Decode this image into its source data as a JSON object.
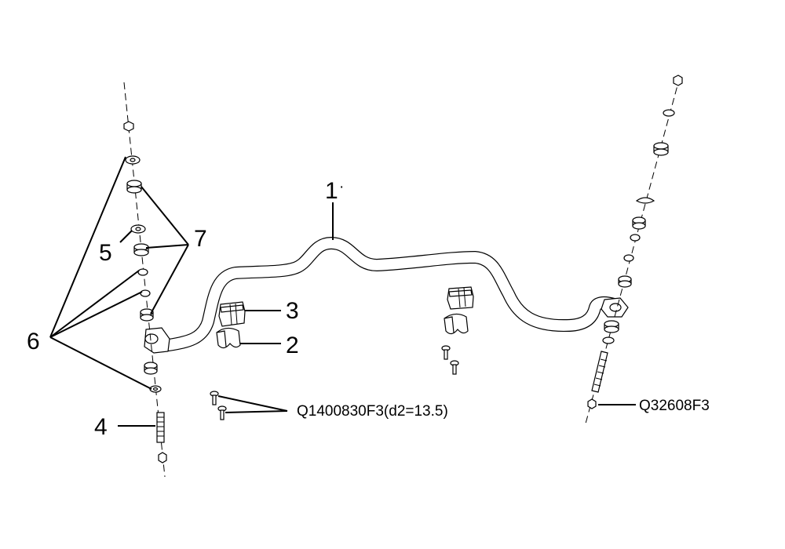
{
  "callouts": {
    "c1": "1",
    "c1_mark": "·",
    "c2": "2",
    "c3": "3",
    "c4": "4",
    "c5": "5",
    "c6": "6",
    "c7": "7"
  },
  "part_numbers": {
    "bolt": "Q1400830F3(d2=13.5)",
    "nut": "Q32608F3"
  }
}
